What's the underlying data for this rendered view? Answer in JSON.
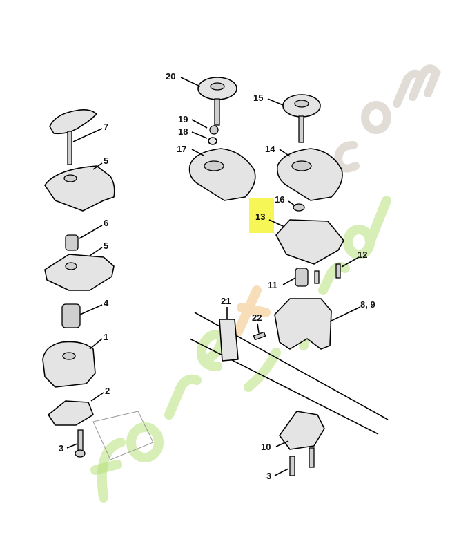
{
  "watermark": {
    "text": "foretjardin.com",
    "colors": [
      "#a8d86a",
      "#f3c68a",
      "#c8c0b4"
    ]
  },
  "highlight_color": "#f5f53a",
  "highlighted_label": "13",
  "labels": {
    "l20": "20",
    "l15": "15",
    "l19": "19",
    "l18": "18",
    "l17": "17",
    "l14": "14",
    "l7": "7",
    "l5a": "5",
    "l16": "16",
    "l13": "13",
    "l12": "12",
    "l6": "6",
    "l5b": "5",
    "l11": "11",
    "l4": "4",
    "l21": "21",
    "l22": "22",
    "l89": "8, 9",
    "l1": "1",
    "l2": "2",
    "l10": "10",
    "l3a": "3",
    "l3b": "3"
  }
}
